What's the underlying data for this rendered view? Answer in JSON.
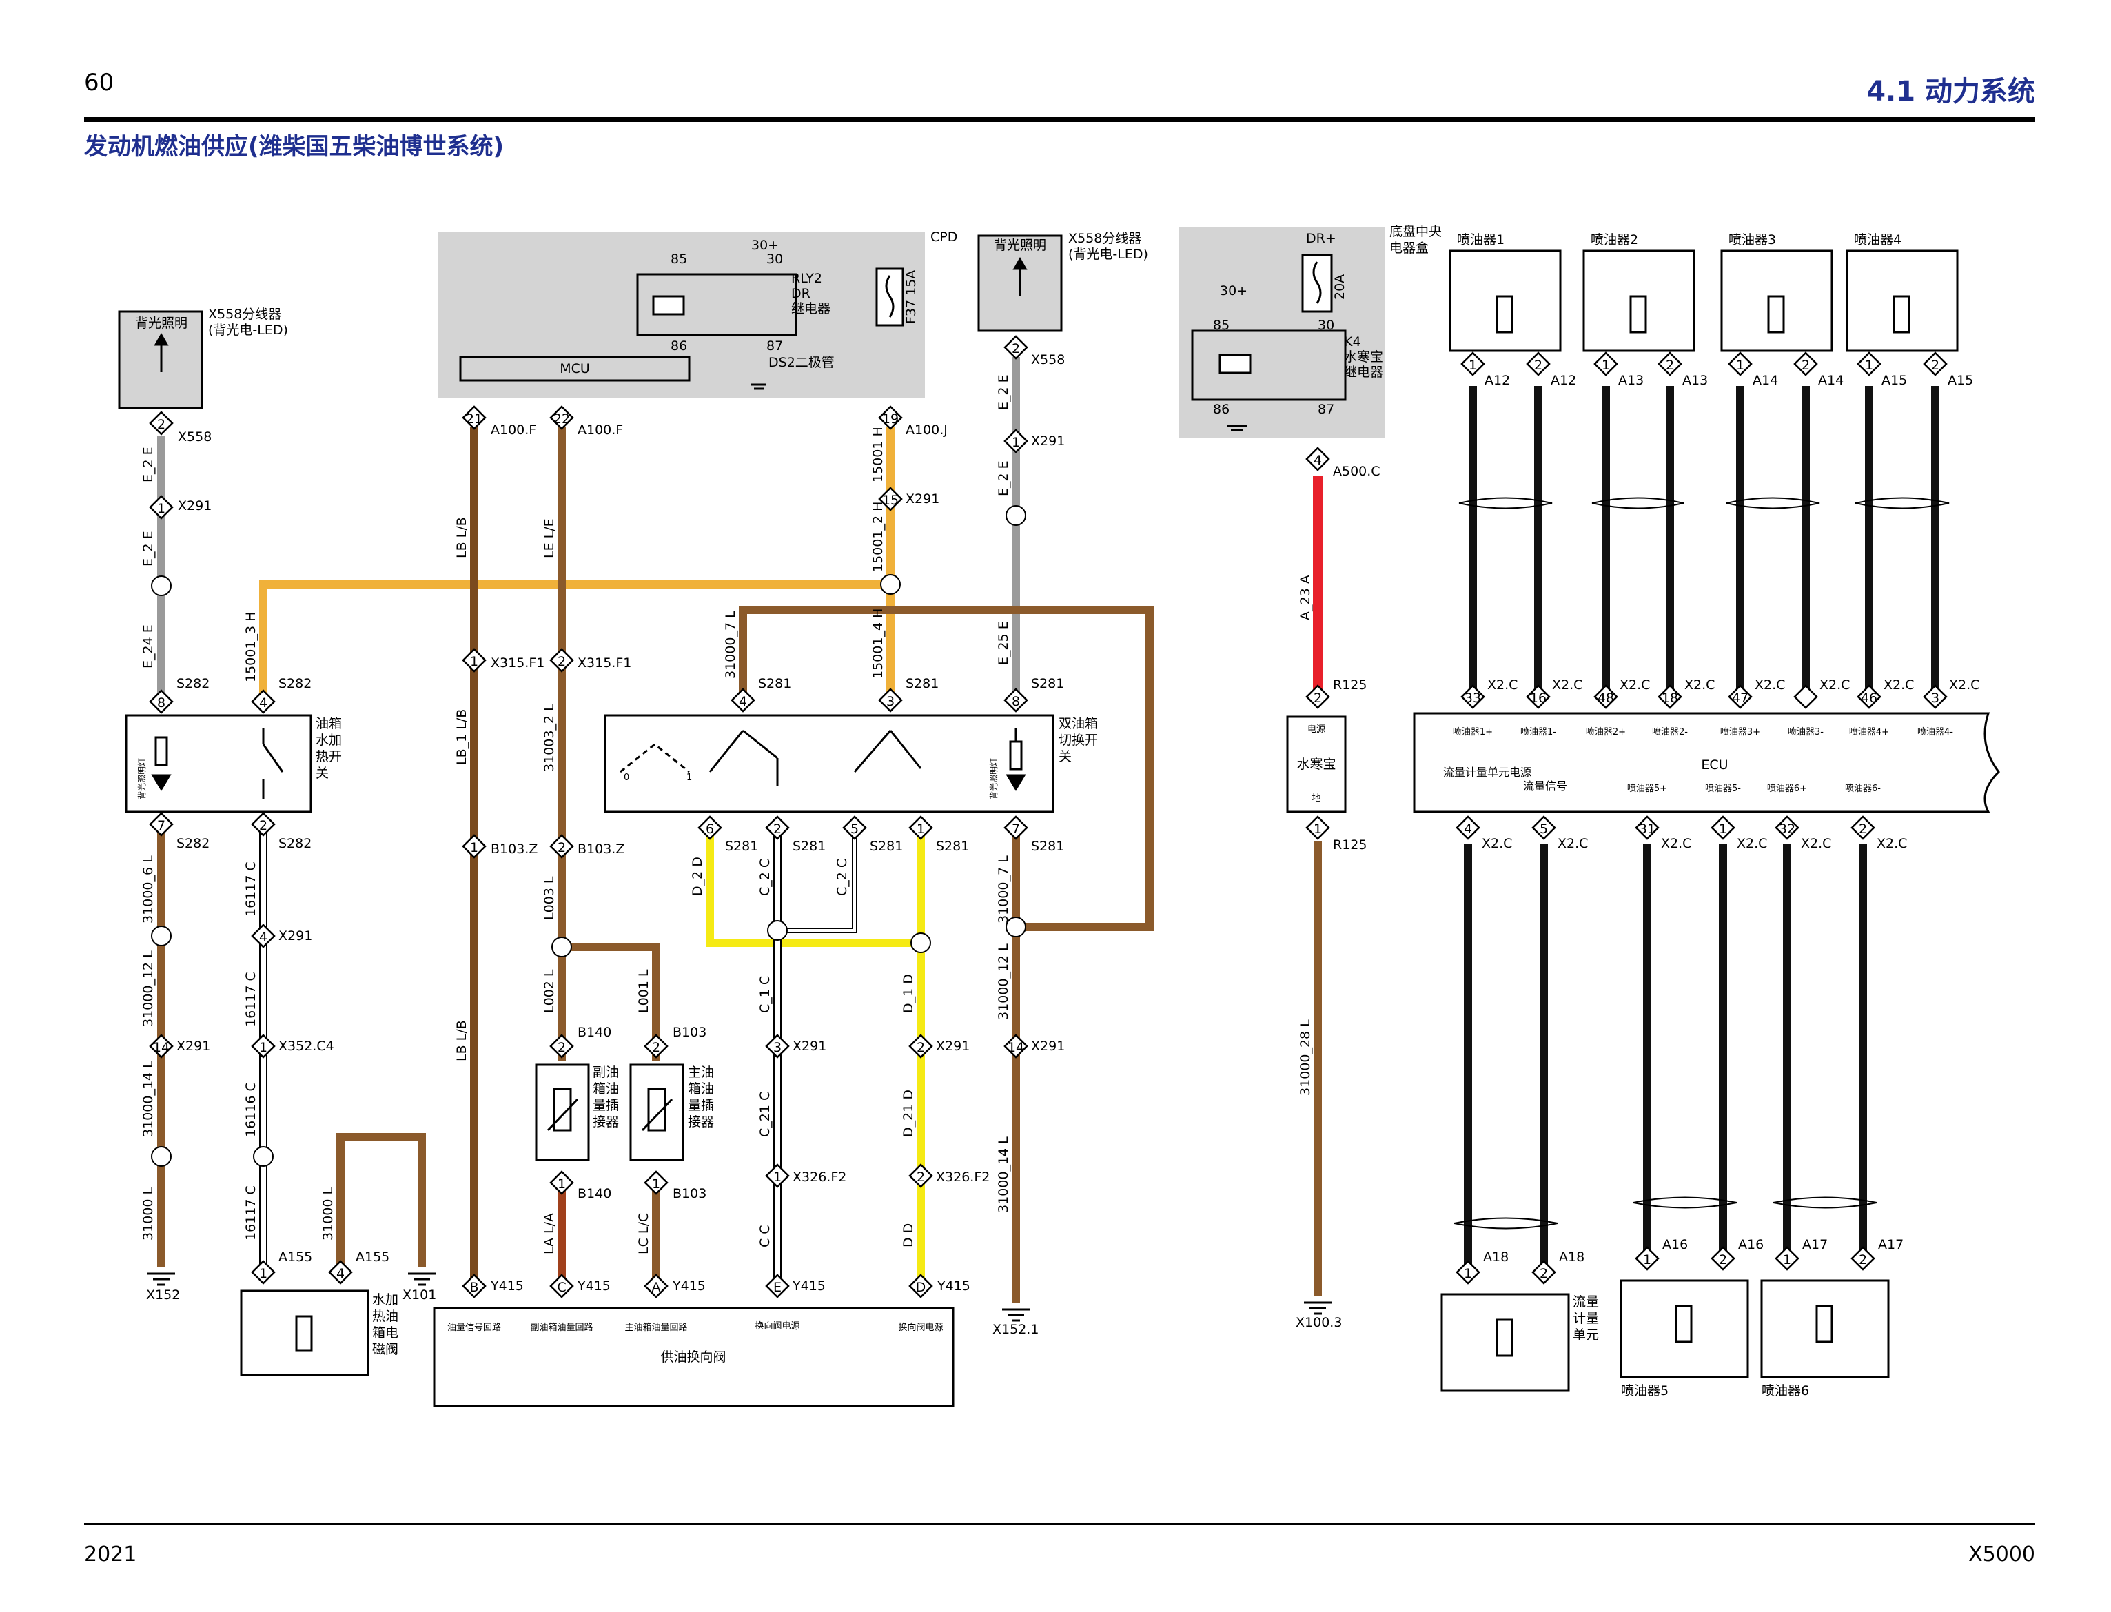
{
  "header": {
    "page_number": "60",
    "section": "4.1 动力系统",
    "title": "发动机燃油供应(潍柴国五柴油博世系统)"
  },
  "footer": {
    "year": "2021",
    "model": "X5000"
  },
  "colors": {
    "brown": "#8b5a2b",
    "yellow": "#f5ea14",
    "orange": "#f0b13a",
    "grey": "#9a9a9a",
    "red": "#e8202a",
    "black": "#111111",
    "box_fill": "#d4d4d4",
    "header_blue": "#1f2f8f"
  },
  "components": {
    "backlight": "背光照明",
    "x558": "X558分线器",
    "x558_sub": "(背光电-LED)",
    "cpd": "CPD",
    "rly2": "RLY2",
    "dr": "DR",
    "relay": "继电器",
    "ds2": "DS2二极管",
    "mcu": "MCU",
    "f37": "F37 15A",
    "v30p": "30+",
    "dr_plus": "DR+",
    "fuse20a": "20A",
    "chassis_box": "底盘中央",
    "chassis_box2": "电器盒",
    "k4": "K4",
    "k4_name": "水寒宝",
    "k4_name2": "继电器",
    "water_heater": "水寒宝",
    "power": "电源",
    "ground_lbl": "地",
    "tank_switch": [
      "油箱",
      "水加",
      "热开",
      "关"
    ],
    "dual_switch": [
      "双油箱",
      "切换开",
      "关"
    ],
    "sub_sensor": [
      "副油",
      "箱油",
      "量插",
      "接器"
    ],
    "main_sensor": [
      "主油",
      "箱油",
      "量插",
      "接器"
    ],
    "solenoid": [
      "水加",
      "热油",
      "箱电",
      "磁阀"
    ],
    "supply_valve": "供油换向阀",
    "valve_pins": [
      "油量信号回路",
      "副油箱油量回路",
      "主油箱油量回路",
      "换向阀电源",
      "换向阀电源"
    ],
    "ecu": "ECU",
    "injectors": [
      "喷油器1",
      "喷油器2",
      "喷油器3",
      "喷油器4",
      "喷油器5",
      "喷油器6"
    ],
    "flow_unit": [
      "流量",
      "计量",
      "单元"
    ],
    "ecu_top_pins": [
      "喷油器1+",
      "喷油器1-",
      "喷油器2+",
      "喷油器2-",
      "喷油器3+",
      "喷油器3-",
      "喷油器4+",
      "喷油器4-"
    ],
    "ecu_bot_pins": [
      "流量计量单元电源",
      "流量信号",
      "喷油器5+",
      "喷油器5-",
      "喷油器6+",
      "喷油器6-"
    ],
    "backlight_small": "背光照明灯",
    "pos0": "0",
    "pos1": "1"
  },
  "connectors": {
    "x558": "X558",
    "x291": "X291",
    "s282": "S282",
    "s281": "S281",
    "a100f": "A100.F",
    "a100j": "A100.J",
    "x315": "X315.F1",
    "b103z": "B103.Z",
    "b140": "B140",
    "b103": "B103",
    "x352": "X352.C4",
    "a155": "A155",
    "x101": "X101",
    "x152": "X152",
    "x1521": "X152.1",
    "y415": "Y415",
    "x326": "X326.F2",
    "a500c": "A500.C",
    "r125": "R125",
    "x1003": "X100.3",
    "x2c": "X2.C",
    "a12": "A12",
    "a13": "A13",
    "a14": "A14",
    "a15": "A15",
    "a16": "A16",
    "a17": "A17",
    "a18": "A18"
  },
  "wires": {
    "e2e": "E_2 E",
    "e24e": "E_24 E",
    "e25e": "E_25 E",
    "w15001_3h": "15001_3 H",
    "w15001h": "15001 H",
    "w15001_2h": "15001_2 H",
    "w15001_4h": "15001_4 H",
    "lbl": "LB L/B",
    "lel": "LE L/E",
    "lb1": "LB_1 L/B",
    "w31003_2l": "31003_2 L",
    "l003": "L003 L",
    "l002": "L002 L",
    "l001": "L001 L",
    "lal": "LA L/A",
    "lcl": "LC L/C",
    "w31000_7l": "31000_7 L",
    "w31000_6l": "31000_6 L",
    "w31000_12l": "31000_12 L",
    "w31000_14l": "31000_14 L",
    "w31000l": "31000 L",
    "w31000_28l": "31000_28 L",
    "w16117c": "16117 C",
    "w16116c": "16116 C",
    "d2d": "D_2 D",
    "c2c": "C_2 C",
    "c1c": "C_1 C",
    "d1d": "D_1 D",
    "c21c": "C_21 C",
    "d21d": "D_21 D",
    "cc": "C C",
    "dd": "D D",
    "a23a": "A_23 A"
  },
  "pins": {
    "p1": "1",
    "p2": "2",
    "p3": "3",
    "p4": "4",
    "p5": "5",
    "p6": "6",
    "p7": "7",
    "p8": "8",
    "p14": "14",
    "p15": "15",
    "p16": "16",
    "p18": "18",
    "p19": "19",
    "p21": "21",
    "p22": "22",
    "p31": "31",
    "p32": "32",
    "p33": "33",
    "p46": "46",
    "p47": "47",
    "p48": "48",
    "pA": "A",
    "pB": "B",
    "pC": "C",
    "pD": "D",
    "pE": "E",
    "n85": "85",
    "n86": "86",
    "n87": "87",
    "n30": "30"
  }
}
